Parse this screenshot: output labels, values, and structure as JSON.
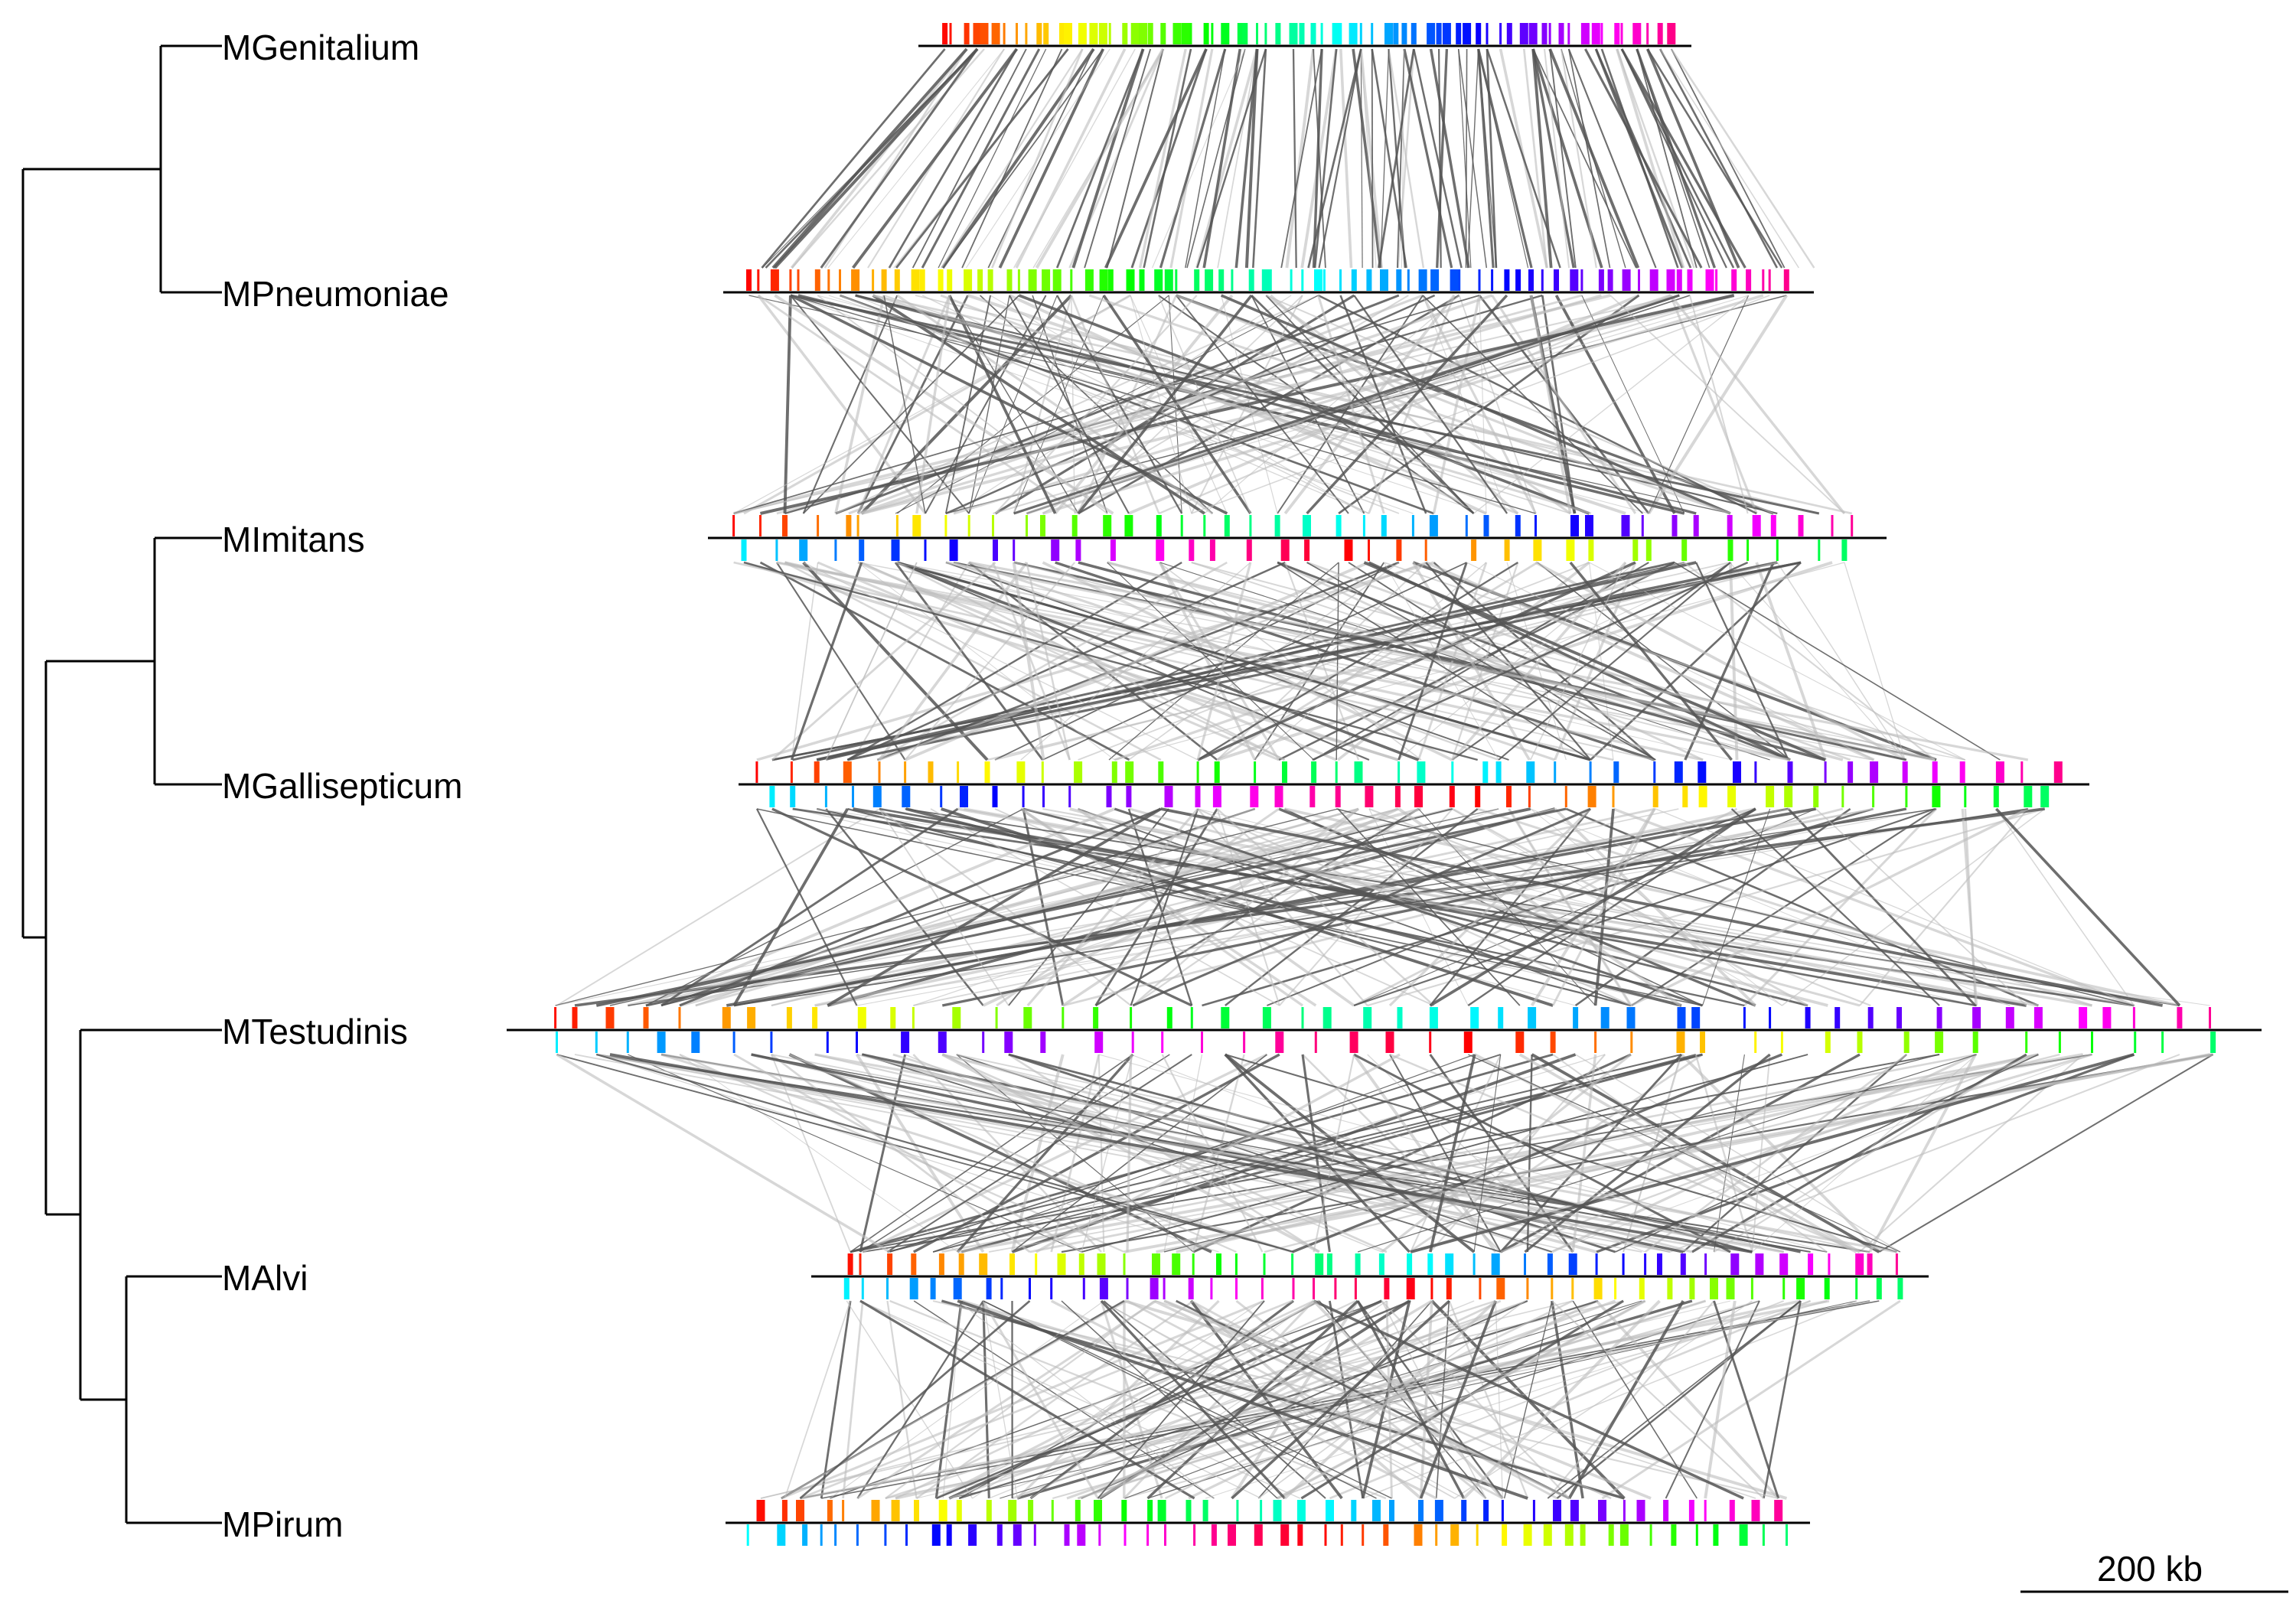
{
  "figure": {
    "kind": "synteny-map-with-phylogenetic-tree",
    "genomes": [
      {
        "id": "mgen",
        "label": "MGenitalium",
        "blocks_above": 70,
        "blocks_below": 0
      },
      {
        "id": "mpne",
        "label": "MPneumoniae",
        "blocks_above": 78,
        "blocks_below": 0
      },
      {
        "id": "mimi",
        "label": "MImitans",
        "blocks_above": 44,
        "blocks_below": 36
      },
      {
        "id": "mgal",
        "label": "MGallisepticum",
        "blocks_above": 46,
        "blocks_below": 46
      },
      {
        "id": "mtes",
        "label": "MTestudinis",
        "blocks_above": 50,
        "blocks_below": 44
      },
      {
        "id": "malv",
        "label": "MAlvi",
        "blocks_above": 46,
        "blocks_below": 46
      },
      {
        "id": "mpir",
        "label": "MPirum",
        "blocks_above": 46,
        "blocks_below": 48
      }
    ],
    "scale_bar": {
      "label": "200 kb"
    },
    "colors": {
      "tree": "#000000",
      "genome_line": "#000000",
      "link_dark": "#555555",
      "link_light": "#bdbdbd",
      "background": "#ffffff"
    },
    "tree_topology": "((MGenitalium,MPneumoniae),((MImitans,MGallisepticum),(MTestudinis,(MAlvi,MPirum))))"
  }
}
